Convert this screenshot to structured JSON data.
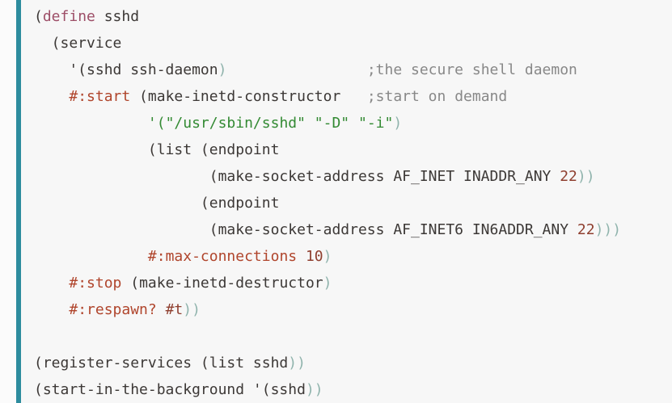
{
  "code_block": {
    "language": "scheme",
    "page_background": "#fbfbfb",
    "block_background": "#f7f7f7",
    "accent_color": "#2d8c9e",
    "colors": {
      "plain": "#3c3836",
      "keyword": "#9d4e67",
      "sharp_keyword": "#b0452c",
      "string": "#338a33",
      "comment": "#888888",
      "close_paren": "#8fb3ac",
      "constant": "#8f3f2f"
    },
    "lines": [
      {
        "segments": [
          {
            "t": "(",
            "c": "plain"
          },
          {
            "t": "define",
            "c": "keyword"
          },
          {
            "t": " sshd",
            "c": "plain"
          }
        ]
      },
      {
        "segments": [
          {
            "t": "  (service",
            "c": "plain"
          }
        ]
      },
      {
        "segments": [
          {
            "t": "    '(sshd ssh-daemon",
            "c": "plain"
          },
          {
            "t": ")",
            "c": "close_paren"
          },
          {
            "t": "                ",
            "c": "plain"
          },
          {
            "t": ";the secure shell daemon",
            "c": "comment"
          }
        ]
      },
      {
        "segments": [
          {
            "t": "    ",
            "c": "plain"
          },
          {
            "t": "#:start",
            "c": "sharp_keyword"
          },
          {
            "t": " (make-inetd-constructor",
            "c": "plain"
          },
          {
            "t": "   ",
            "c": "plain"
          },
          {
            "t": ";start on demand",
            "c": "comment"
          }
        ]
      },
      {
        "segments": [
          {
            "t": "             ",
            "c": "plain"
          },
          {
            "t": "'(\"/usr/sbin/sshd\" \"-D\" \"-i\"",
            "c": "string"
          },
          {
            "t": ")",
            "c": "close_paren"
          }
        ]
      },
      {
        "segments": [
          {
            "t": "             (list (endpoint",
            "c": "plain"
          }
        ]
      },
      {
        "segments": [
          {
            "t": "                    (make-socket-address AF_INET INADDR_ANY ",
            "c": "plain"
          },
          {
            "t": "22",
            "c": "constant"
          },
          {
            "t": "))",
            "c": "close_paren"
          }
        ]
      },
      {
        "segments": [
          {
            "t": "                   (endpoint",
            "c": "plain"
          }
        ]
      },
      {
        "segments": [
          {
            "t": "                    (make-socket-address AF_INET6 IN6ADDR_ANY ",
            "c": "plain"
          },
          {
            "t": "22",
            "c": "constant"
          },
          {
            "t": ")))",
            "c": "close_paren"
          }
        ]
      },
      {
        "segments": [
          {
            "t": "             ",
            "c": "plain"
          },
          {
            "t": "#:max-connections",
            "c": "sharp_keyword"
          },
          {
            "t": " ",
            "c": "plain"
          },
          {
            "t": "10",
            "c": "constant"
          },
          {
            "t": ")",
            "c": "close_paren"
          }
        ]
      },
      {
        "segments": [
          {
            "t": "    ",
            "c": "plain"
          },
          {
            "t": "#:stop",
            "c": "sharp_keyword"
          },
          {
            "t": " (make-inetd-destructor",
            "c": "plain"
          },
          {
            "t": ")",
            "c": "close_paren"
          }
        ]
      },
      {
        "segments": [
          {
            "t": "    ",
            "c": "plain"
          },
          {
            "t": "#:respawn?",
            "c": "sharp_keyword"
          },
          {
            "t": " ",
            "c": "plain"
          },
          {
            "t": "#t",
            "c": "constant"
          },
          {
            "t": "))",
            "c": "close_paren"
          }
        ]
      },
      {
        "segments": []
      },
      {
        "segments": [
          {
            "t": "(register-services (list sshd",
            "c": "plain"
          },
          {
            "t": "))",
            "c": "close_paren"
          }
        ]
      },
      {
        "segments": [
          {
            "t": "(start-in-the-background '(sshd",
            "c": "plain"
          },
          {
            "t": "))",
            "c": "close_paren"
          }
        ]
      }
    ]
  }
}
